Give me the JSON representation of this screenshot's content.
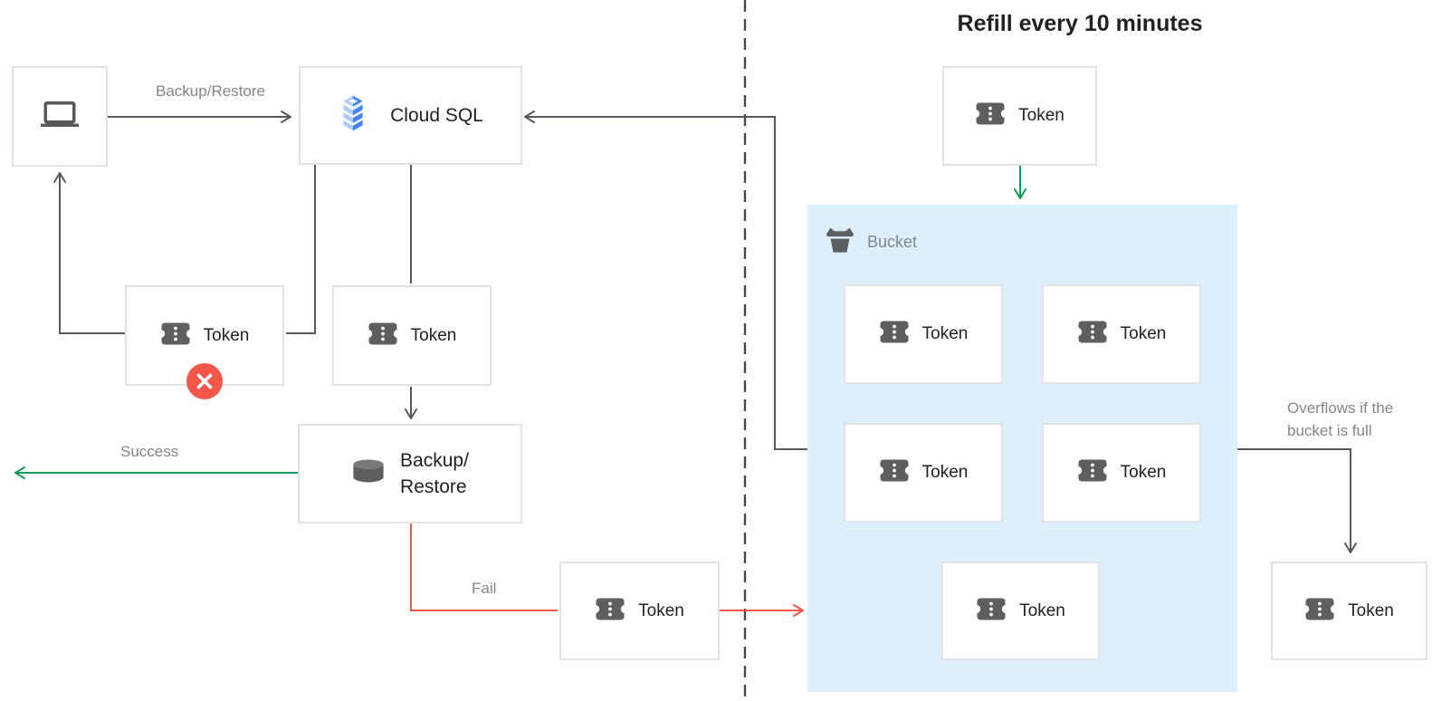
{
  "title": "Refill every 10 minutes",
  "nodes": {
    "token_label": "Token",
    "cloud_sql_label": "Cloud SQL",
    "backup_restore_line1": "Backup/",
    "backup_restore_line2": "Restore",
    "bucket_label": "Bucket"
  },
  "edge_labels": {
    "backup_restore": "Backup/Restore",
    "success": "Success",
    "fail": "Fail",
    "overflow": "Overflows if the bucket is full"
  },
  "icons": {
    "client": "laptop-icon",
    "cloud_sql": "cloud-sql-icon",
    "token": "token-icon",
    "backup_restore": "database-icon",
    "bucket": "bucket-icon",
    "token_error": "error-x-icon"
  },
  "colors": {
    "connector_gray": "#56585B",
    "divider_gray": "#47494C",
    "success_green": "#0F9D58",
    "fail_red": "#F5564A",
    "bucket_fill": "#DDEFFA",
    "node_border": "#E2E2E2",
    "dark_text": "#202124",
    "gray_text": "#80868B",
    "icon_gray": "#5C5E60",
    "cloud_sql_blue": "#4285F4",
    "cloud_sql_light_blue": "#AECBFA"
  }
}
